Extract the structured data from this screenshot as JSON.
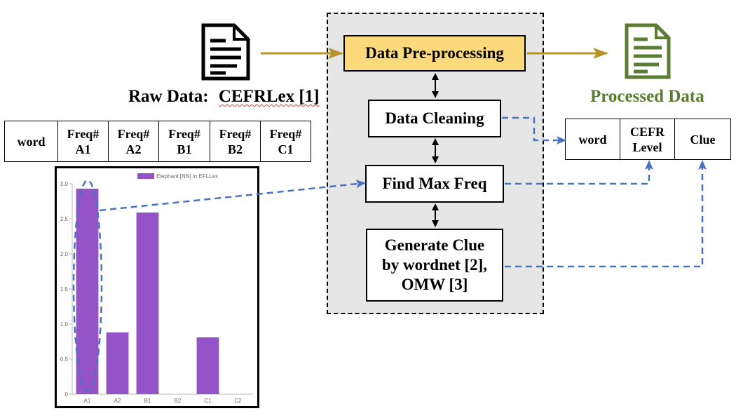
{
  "raw_data": {
    "label": "Raw Data:",
    "source": "CEFRLex [1]",
    "columns": [
      "word",
      "Freq#\nA1",
      "Freq#\nA2",
      "Freq#\nB1",
      "Freq#\nB2",
      "Freq#\nC1"
    ]
  },
  "processed_data": {
    "label": "Processed Data",
    "columns": [
      "word",
      "CEFR\nLevel",
      "Clue"
    ]
  },
  "pipeline": {
    "steps": [
      {
        "label": "Data Pre-processing"
      },
      {
        "label": "Data Cleaning"
      },
      {
        "label": "Find Max Freq"
      },
      {
        "label": "Generate Clue\nby wordnet [2],\nOMW [3]"
      }
    ]
  },
  "colors": {
    "highlight": "#fcd97a",
    "flow_arrow": "#b8922a",
    "dashed_link": "#4a72c4",
    "processed": "#5a7d32",
    "bar": "#9454c8"
  },
  "chart_data": {
    "type": "bar",
    "categories": [
      "A1",
      "A2",
      "B1",
      "B2",
      "C1",
      "C2"
    ],
    "series": [
      {
        "name": "Elephant [NN] in EFLLex",
        "values": [
          2.93,
          0.88,
          2.59,
          0,
          0.81,
          0
        ]
      }
    ],
    "yticks": [
      "0",
      "0.5",
      "1.0",
      "1.5",
      "2.0",
      "2.5",
      "3.0"
    ],
    "ylim": [
      0,
      3.0
    ],
    "legend": "top-center",
    "grid": false,
    "highlighted_category": "A1"
  }
}
